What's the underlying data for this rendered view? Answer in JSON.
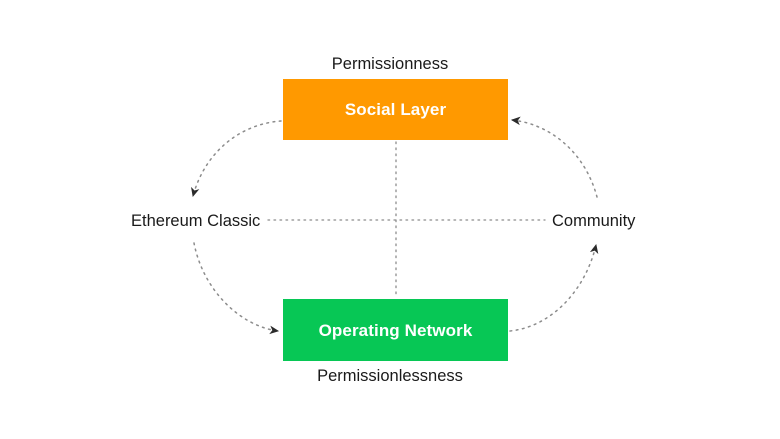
{
  "diagram": {
    "title_top_axis": "Permissionness",
    "title_bottom_axis": "Permissionlessness",
    "colors": {
      "social_layer": "#ff9900",
      "operating_network": "#07c755",
      "text": "#1a1a1a",
      "box_text": "#ffffff",
      "connector": "#8c8c8c",
      "background": "#ffffff"
    },
    "nodes": {
      "social_layer": "Social Layer",
      "operating_network": "Operating Network",
      "left": "Ethereum Classic",
      "right": "Community"
    },
    "connectors": [
      {
        "name": "social-layer-to-ethereum-classic",
        "from": "Social Layer",
        "to": "Ethereum Classic",
        "style": "dotted-arc",
        "arrow": "down"
      },
      {
        "name": "ethereum-classic-to-operating-network",
        "from": "Ethereum Classic",
        "to": "Operating Network",
        "style": "dotted-arc",
        "arrow": "right"
      },
      {
        "name": "operating-network-to-community",
        "from": "Operating Network",
        "to": "Community",
        "style": "dotted-arc",
        "arrow": "up"
      },
      {
        "name": "community-to-social-layer",
        "from": "Community",
        "to": "Social Layer",
        "style": "dotted-arc",
        "arrow": "left"
      },
      {
        "name": "vertical-axis-guide",
        "style": "dotted-line",
        "arrow": "none"
      },
      {
        "name": "horizontal-axis-guide",
        "style": "dotted-line",
        "arrow": "none"
      }
    ]
  }
}
